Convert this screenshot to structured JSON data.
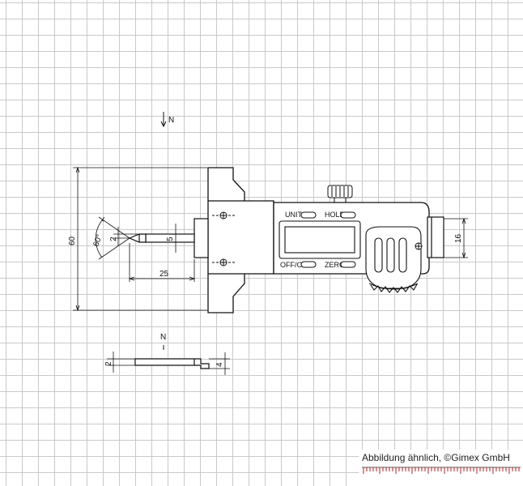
{
  "drawing": {
    "top_view_label": "N",
    "side_view_label": "N",
    "buttons": {
      "unit": "UNIT",
      "hold": "HOLD",
      "off_on": "OFF/ON",
      "zero": "ZERO"
    },
    "dimensions": {
      "overall_height": "60",
      "tip_angle": "60°",
      "tip_offset": "2",
      "probe_diameter": "5",
      "probe_length": "25",
      "body_width": "16",
      "plate_thickness": "2",
      "step_height": "4"
    }
  },
  "credit": "Abbildung ähnlich, ©Gimex GmbH"
}
